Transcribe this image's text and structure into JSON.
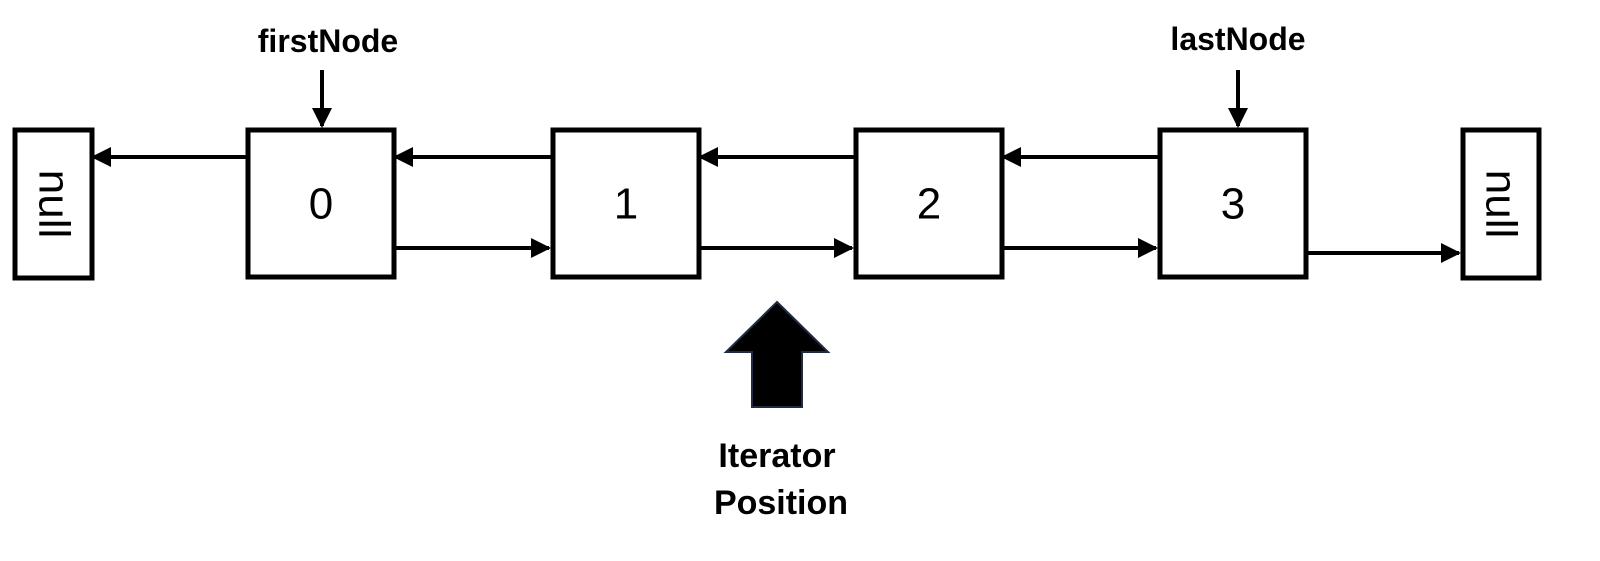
{
  "nodes": [
    "0",
    "1",
    "2",
    "3"
  ],
  "null_left": "null",
  "null_right": "null",
  "first_pointer": "firstNode",
  "last_pointer": "lastNode",
  "iterator_label": [
    "Iterator",
    "Position"
  ]
}
